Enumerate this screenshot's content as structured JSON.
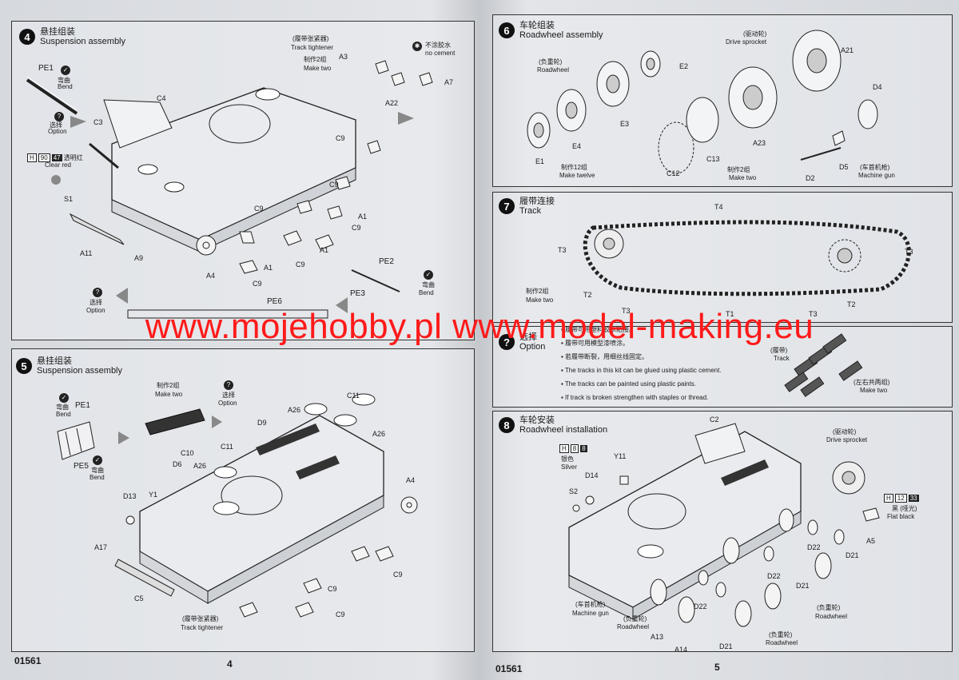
{
  "left_page": {
    "page_number": "4",
    "code": "01561",
    "step4": {
      "number": "4",
      "title_cn": "悬挂组装",
      "title_en": "Suspension assembly",
      "labels": {
        "pe1": "PE1",
        "bend_cn": "弯曲",
        "bend_en": "Bend",
        "option_cn": "选择",
        "option_en": "Option",
        "c4": "C4",
        "c3": "C3",
        "paint_h": "H",
        "paint_num": "90",
        "paint_code": "47",
        "paint_cn": "透明红",
        "paint_en": "Clear red",
        "s1": "S1",
        "a11": "A11",
        "a9": "A9",
        "a4": "A4",
        "c9a": "C9",
        "c9b": "C9",
        "c9c": "C9",
        "c9d": "C9",
        "c9e": "C9",
        "c9f": "C9",
        "a1a": "A1",
        "a1b": "A1",
        "a1c": "A1",
        "tt_cn": "(履带张紧器)",
        "tt_en": "Track tightener",
        "make2_cn": "制作2组",
        "make2_en": "Make two",
        "a3": "A3",
        "a22": "A22",
        "a7": "A7",
        "nocement_cn": "不涂胶水",
        "nocement_en": "no cement",
        "pe2": "PE2",
        "pe3": "PE3",
        "pe6": "PE6",
        "bend2_cn": "弯曲",
        "bend2_en": "Bend",
        "opt2_cn": "选择",
        "opt2_en": "Option"
      }
    },
    "step5": {
      "number": "5",
      "title_cn": "悬挂组装",
      "title_en": "Suspension assembly",
      "labels": {
        "pe1": "PE1",
        "pe5": "PE5",
        "bend_cn": "弯曲",
        "bend_en": "Bend",
        "bend2_cn": "弯曲",
        "bend2_en": "Bend",
        "make2_cn": "制作2组",
        "make2_en": "Make two",
        "option_cn": "选择",
        "option_en": "Option",
        "c11a": "C11",
        "c11b": "C11",
        "a26a": "A26",
        "a26b": "A26",
        "a26c": "A26",
        "d9": "D9",
        "c10": "C10",
        "d6": "D6",
        "d13": "D13",
        "y1": "Y1",
        "a17": "A17",
        "c5": "C5",
        "a4": "A4",
        "c9a": "C9",
        "c9b": "C9",
        "c9c": "C9",
        "tt_cn": "(履带张紧器)",
        "tt_en": "Track tightener"
      }
    }
  },
  "right_page": {
    "page_number": "5",
    "code": "01561",
    "step6": {
      "number": "6",
      "title_cn": "车轮组装",
      "title_en": "Roadwheel assembly",
      "labels": {
        "rw_cn": "(负重轮)",
        "rw_en": "Roadwheel",
        "ds_cn": "(驱动轮)",
        "ds_en": "Drive sprocket",
        "e1": "E1",
        "e2": "E2",
        "e3": "E3",
        "e4": "E4",
        "make12_cn": "制作12组",
        "make12_en": "Make twelve",
        "c12": "C12",
        "c13": "C13",
        "a23": "A23",
        "a21": "A21",
        "make2_cn": "制作2组",
        "make2_en": "Make two",
        "d2": "D2",
        "d4": "D4",
        "d5": "D5",
        "mg_cn": "(车首机枪)",
        "mg_en": "Machine gun"
      }
    },
    "step7": {
      "number": "7",
      "title_cn": "履带连接",
      "title_en": "Track",
      "labels": {
        "t4": "T4",
        "t3a": "T3",
        "t3b": "T3",
        "t3c": "T3",
        "t3d": "T3",
        "t2a": "T2",
        "t2b": "T2",
        "t1": "T1",
        "make2_cn": "制作2组",
        "make2_en": "Make two"
      }
    },
    "option_panel": {
      "title_cn": "选择",
      "title_en": "Option",
      "lines": [
        "▪ 履带可用塑料胶水粘接。",
        "▪ 履带可用模型漆喷涂。",
        "▪ 若履带断裂，用细丝线固定。",
        "▪ The tracks in this kit can be glued using plastic cement.",
        "▪ The tracks can be painted using plastic paints.",
        "▪ If track is broken strengthen with staples or thread."
      ],
      "track_cn": "(履带)",
      "track_en": "Track",
      "lr_cn": "(左右共两组)",
      "lr_en": "Make two"
    },
    "step8": {
      "number": "8",
      "title_cn": "车轮安装",
      "title_en": "Roadwheel installation",
      "labels": {
        "c2": "C2",
        "ds_cn": "(驱动轮)",
        "ds_en": "Drive sprocket",
        "h8_a": "8",
        "h8_b": "8",
        "silver_cn": "银色",
        "silver_en": "Silver",
        "y11": "Y11",
        "d14": "D14",
        "s2": "S2",
        "h12": "12",
        "h33": "33",
        "flat_cn": "黑 (哑光)",
        "flat_en": "Flat black",
        "a5": "A5",
        "d21a": "D21",
        "d21b": "D21",
        "d21c": "D21",
        "d22a": "D22",
        "d22b": "D22",
        "d22c": "D22",
        "mg_cn": "(车首机枪)",
        "mg_en": "Machine gun",
        "rw1_cn": "(负重轮)",
        "rw1_en": "Roadwheel",
        "rw2_cn": "(负重轮)",
        "rw2_en": "Roadwheel",
        "rw3_cn": "(负重轮)",
        "rw3_en": "Roadwheel",
        "a13": "A13",
        "a14": "A14"
      }
    }
  },
  "watermark": "www.mojehobby.pl www.model-making.eu"
}
